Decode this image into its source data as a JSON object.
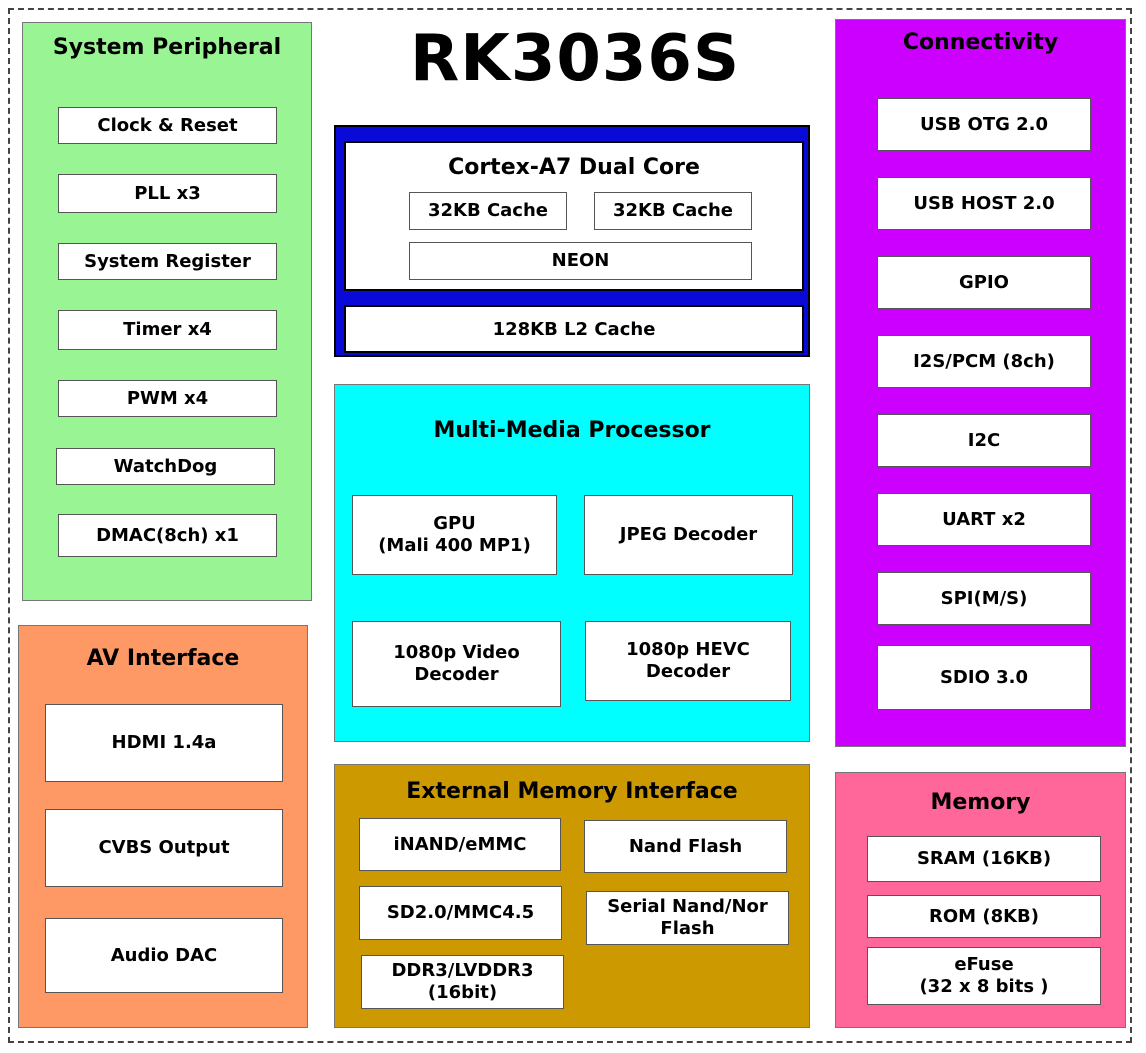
{
  "title": "RK3036S",
  "system_peripheral": {
    "title": "System Peripheral",
    "color": "#99f593",
    "items": [
      "Clock & Reset",
      "PLL x3",
      "System Register",
      "Timer x4",
      "PWM x4",
      "WatchDog",
      "DMAC(8ch) x1"
    ]
  },
  "av_interface": {
    "title": "AV Interface",
    "color": "#fe9966",
    "items": [
      "HDMI 1.4a",
      "CVBS Output",
      "Audio DAC"
    ]
  },
  "cpu": {
    "title": "Cortex-A7 Dual Core",
    "color": "#0a0ad8",
    "cache1": "32KB Cache",
    "cache2": "32KB Cache",
    "neon": "NEON",
    "l2": "128KB L2 Cache"
  },
  "multimedia": {
    "title": "Multi-Media Processor",
    "color": "#00ffff",
    "items": [
      "GPU\n(Mali 400 MP1)",
      "JPEG Decoder",
      "1080p Video\nDecoder",
      "1080p HEVC\nDecoder"
    ]
  },
  "ext_memory": {
    "title": "External Memory Interface",
    "color": "#cc9900",
    "items": [
      "iNAND/eMMC",
      "Nand Flash",
      "SD2.0/MMC4.5",
      "Serial Nand/Nor\nFlash",
      "DDR3/LVDDR3\n(16bit)"
    ]
  },
  "connectivity": {
    "title": "Connectivity",
    "color": "#cc00ff",
    "items": [
      "USB OTG 2.0",
      "USB HOST 2.0",
      "GPIO",
      "I2S/PCM (8ch)",
      "I2C",
      "UART x2",
      "SPI(M/S)",
      "SDIO 3.0"
    ]
  },
  "memory": {
    "title": "Memory",
    "color": "#ff6699",
    "items": [
      "SRAM (16KB)",
      "ROM (8KB)",
      "eFuse\n(32 x 8 bits )"
    ]
  }
}
